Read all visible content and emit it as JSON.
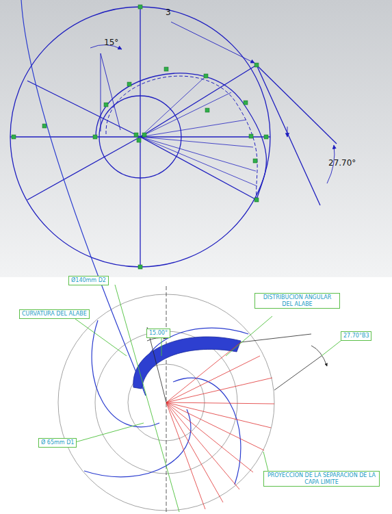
{
  "diagram": {
    "nodes": [
      {
        "text": [
          "Ø140mm D2"
        ]
      },
      {
        "text": [
          "CURVATURA DEL ALABE"
        ]
      },
      {
        "text": [
          "DISTRIBUCION ANGULAR DEL ALABE"
        ]
      },
      {
        "text": [
          "15.00°"
        ]
      },
      {
        "text": [
          "27.70°B3"
        ]
      },
      {
        "text": [
          "Ø 65mm D1"
        ]
      },
      {
        "text": [
          "PROYECCION DE LA SEPARACION DE LA CAPA LIMITE"
        ]
      }
    ],
    "labels": [
      "15°",
      "3",
      "27.70°"
    ]
  }
}
